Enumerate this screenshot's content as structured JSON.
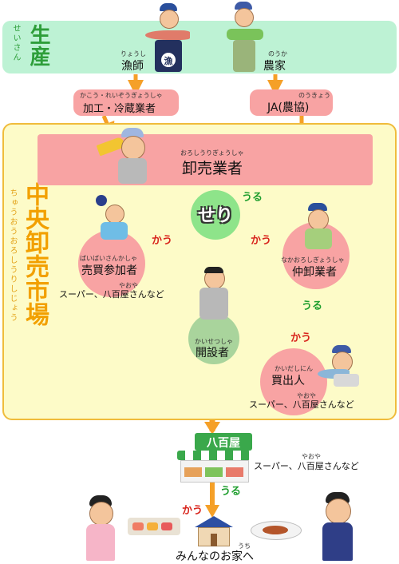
{
  "producers": {
    "title": "生産",
    "title_ruby": "せいさん",
    "fisherman": {
      "label": "漁師",
      "ruby": "りょうし",
      "apron_mark": "漁"
    },
    "farmer": {
      "label": "農家",
      "ruby": "のうか"
    }
  },
  "intermediaries": {
    "processing": {
      "label": "加工・冷蔵業者",
      "ruby": "かこう・れいぞうぎょうしゃ"
    },
    "ja": {
      "label": "JA(農協)",
      "ruby": "のうきょう"
    }
  },
  "market": {
    "title": "中央卸売市場",
    "title_ruby": "ちゅうおうおろしうりしじょう",
    "wholesaler": {
      "label": "卸売業者",
      "ruby": "おろしうりぎょうしゃ"
    },
    "auction": {
      "label": "せり"
    },
    "participant": {
      "label": "売買参加者",
      "ruby": "ばいばいさんかしゃ",
      "note": "スーパー、八百屋さんなど",
      "note_ruby": "やおや"
    },
    "middle": {
      "label": "仲卸業者",
      "ruby": "なかおろしぎょうしゃ"
    },
    "founder": {
      "label": "開設者",
      "ruby": "かいせつしゃ"
    },
    "buyer": {
      "label": "買出人",
      "ruby": "かいだしにん",
      "note": "スーパー、八百屋さんなど",
      "note_ruby": "やおや"
    }
  },
  "actions": {
    "sell": "うる",
    "buy": "かう"
  },
  "retail": {
    "sign": "八百屋",
    "note": "スーパー、八百屋さんなど",
    "note_ruby": "やおや"
  },
  "home": {
    "label": "みんなのお家へ",
    "ruby": "うち"
  },
  "colors": {
    "producer_band": "#bdf2d4",
    "market_box": "#fdfbc8",
    "pink": "#f8a3a3",
    "arrow": "#f5a028",
    "auction_green": "#8ee48a"
  }
}
